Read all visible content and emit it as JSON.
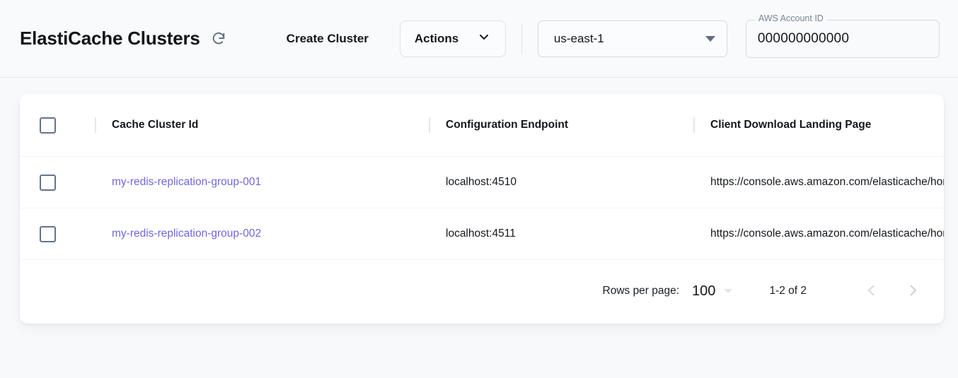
{
  "header": {
    "title": "ElastiCache Clusters",
    "refresh_icon": "refresh-icon",
    "create_button": "Create Cluster",
    "actions_button": "Actions",
    "actions_icon": "chevron-down-icon",
    "region": {
      "value": "us-east-1",
      "icon": "caret-down-icon"
    },
    "account": {
      "label": "AWS Account ID",
      "value": "000000000000"
    }
  },
  "table": {
    "select_all_checkbox": "select-all-checkbox",
    "columns": [
      "Cache Cluster Id",
      "Configuration Endpoint",
      "Client Download Landing Page"
    ],
    "rows": [
      {
        "cluster_id": "my-redis-replication-group-001",
        "endpoint": "localhost:4510",
        "landing_page": "https://console.aws.amazon.com/elasticache/home"
      },
      {
        "cluster_id": "my-redis-replication-group-002",
        "endpoint": "localhost:4511",
        "landing_page": "https://console.aws.amazon.com/elasticache/home"
      }
    ]
  },
  "pagination": {
    "rows_per_page_label": "Rows per page:",
    "rows_per_page_value": "100",
    "range_label": "1-2 of 2",
    "prev_icon": "chevron-left-icon",
    "next_icon": "chevron-right-icon"
  },
  "colors": {
    "link": "#6f67de",
    "page_bg": "#f7f9fb",
    "card_bg": "#ffffff",
    "text": "#14181d"
  }
}
